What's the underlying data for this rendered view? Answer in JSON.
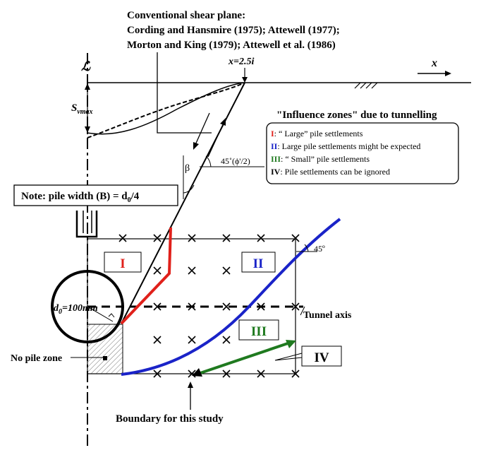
{
  "header": {
    "line1": "Conventional shear plane:",
    "line2": "Cording and Hansmire (1975); Attewell (1977);",
    "line3": "Morton and King (1979); Attewell et al. (1986)"
  },
  "labels": {
    "centerline": "ℒ",
    "x_location": "x=2.5i",
    "x_axis": "x",
    "s_v": "S",
    "s_v_sub": "vmax",
    "beta": "β",
    "angle_45": "45˚(ϕ'/2)",
    "angle_45b": "45º",
    "d0": "d",
    "d0_sub": "0",
    "d0_value": "=100mm",
    "tunnel_axis": "Tunnel axis",
    "no_pile_zone": "No pile zone",
    "boundary": "Boundary for this study",
    "note_prefix": "Note: pile width (B) = d",
    "note_sub": "0",
    "note_suffix": "/4"
  },
  "legend": {
    "title": "\"Influence zones\" due to tunnelling",
    "items": [
      {
        "key": "I",
        "text": ": “ Large” pile settlements",
        "color": "#e0201a"
      },
      {
        "key": "II",
        "text": ": Large pile settlements might be expected",
        "color": "#1a23c8"
      },
      {
        "key": "III",
        "text": ": “ Small” pile settlements",
        "color": "#1f7a1f"
      },
      {
        "key": "IV",
        "text": ":  Pile settlements can be ignored",
        "color": "#000000"
      }
    ]
  },
  "zones": {
    "I": "I",
    "II": "II",
    "III": "III",
    "IV": "IV"
  },
  "colors": {
    "zone_I": "#e0201a",
    "zone_II": "#1a23c8",
    "zone_III": "#1f7a1f",
    "zone_IV": "#000000"
  }
}
